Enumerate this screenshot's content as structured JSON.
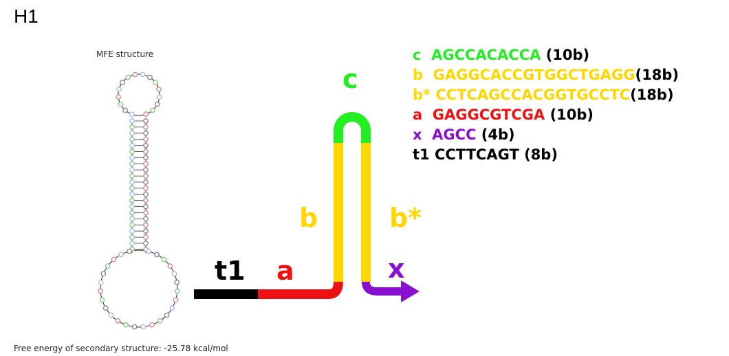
{
  "title": "H1",
  "mfe": {
    "title": "MFE structure",
    "free_energy": "Free energy of secondary structure: -25.78 kcal/mol"
  },
  "diagram_labels": {
    "t1": "t1",
    "a": "a",
    "b": "b",
    "c": "c",
    "b_star": "b*",
    "x": "x"
  },
  "legend": [
    {
      "id": "c",
      "label": "c",
      "sequence": "AGCCACACCA",
      "length": " (10b)",
      "color": "#22ee22"
    },
    {
      "id": "b",
      "label": "b",
      "sequence": "GAGGCACCGTGGCTGAGG",
      "length": "(18b)",
      "color": "#ffd700"
    },
    {
      "id": "b-star",
      "label": "b*",
      "sequence": "CCTCAGCCACGGTGCCTC",
      "length": "(18b)",
      "color": "#ffd700"
    },
    {
      "id": "a",
      "label": "a",
      "sequence": "GAGGCGTCGA",
      "length": " (10b)",
      "color": "#ee1111"
    },
    {
      "id": "x",
      "label": "x",
      "sequence": "AGCC",
      "length": " (4b)",
      "color": "#8a10d0"
    },
    {
      "id": "t1",
      "label": "t1",
      "sequence": "CCTTCAGT",
      "length": " (8b)",
      "color": "#000000"
    }
  ],
  "colors": {
    "t1": "#000000",
    "a": "#ee1111",
    "b": "#ffd700",
    "c": "#22ee22",
    "x": "#8a10d0",
    "nuc_blue": "#aabbee",
    "nuc_gray": "#888888",
    "nuc_green": "#88cc88",
    "nuc_red": "#dd8888"
  }
}
